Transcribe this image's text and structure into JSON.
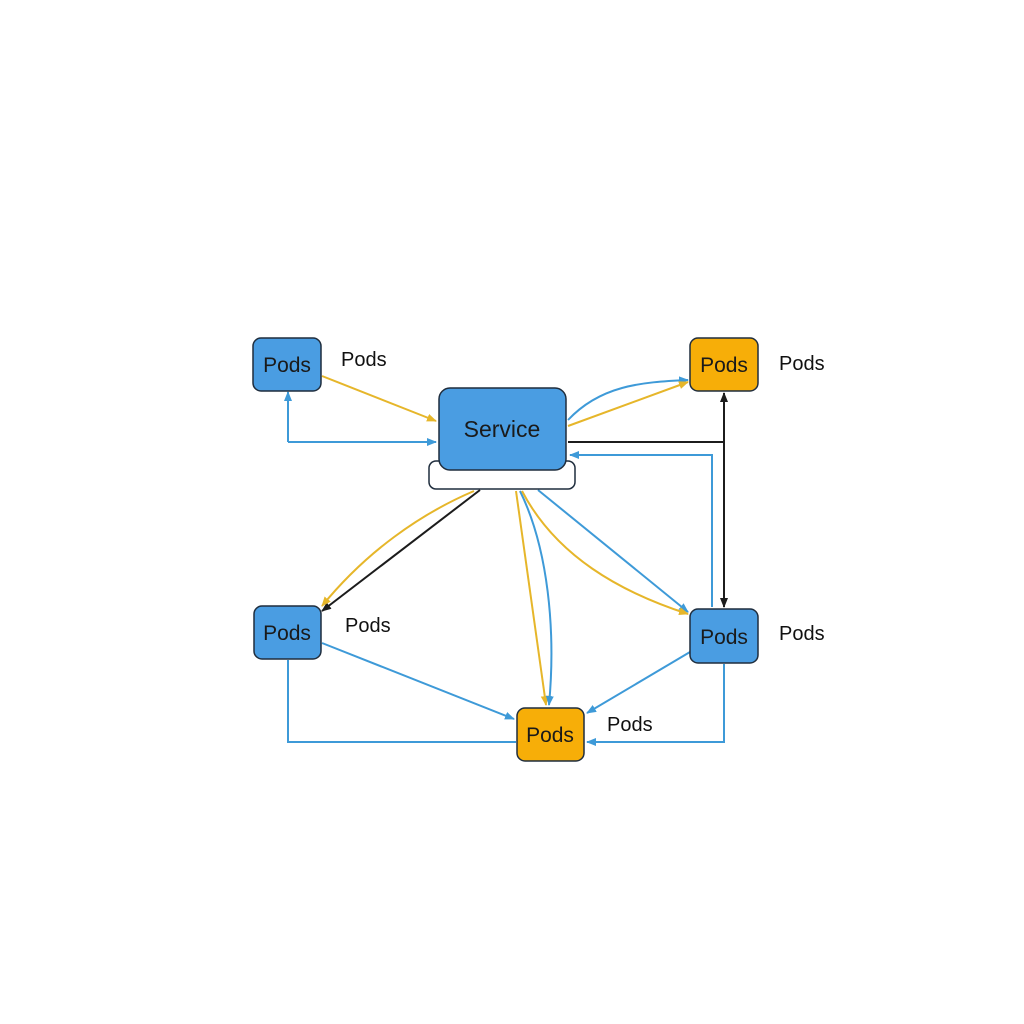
{
  "colors": {
    "pod_blue": "#4a9de2",
    "pod_orange": "#f7ae08",
    "edge_blue": "#3e9ad8",
    "edge_yellow": "#e6b62a",
    "edge_black": "#1c1c1c",
    "border": "#1f2d3d"
  },
  "service": {
    "label": "Service"
  },
  "nodes": {
    "top_left": {
      "label": "Pods",
      "side_label": "Pods"
    },
    "top_right": {
      "label": "Pods",
      "side_label": "Pods"
    },
    "mid_left": {
      "label": "Pods",
      "side_label": "Pods"
    },
    "mid_right": {
      "label": "Pods",
      "side_label": "Pods"
    },
    "bottom": {
      "label": "Pods",
      "side_label": "Pods"
    }
  }
}
